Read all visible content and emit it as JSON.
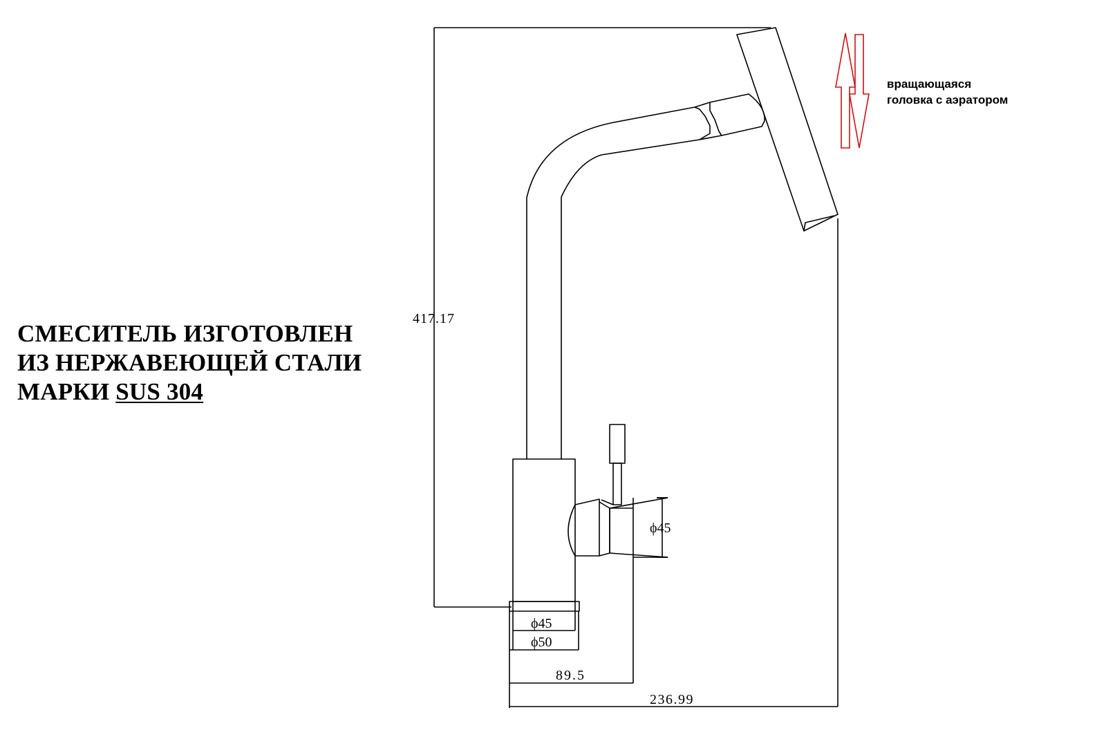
{
  "title": {
    "line1": "СМЕСИТЕЛЬ ИЗГОТОВЛЕН",
    "line2": "ИЗ НЕРЖАВЕЮЩЕЙ СТАЛИ",
    "line3_prefix": "МАРКИ ",
    "line3_underlined": "SUS 304"
  },
  "note": {
    "line1": "вращающаяся",
    "line2": "головка с аэратором"
  },
  "dimensions": {
    "height": "417.17",
    "handle_diameter": "ϕ45",
    "base_diameter_inner": "ϕ45",
    "base_diameter_outer": "ϕ50",
    "handle_offset": "89.5",
    "total_width": "236.99"
  },
  "colors": {
    "line": "#000000",
    "arrow": "#cc1111"
  }
}
